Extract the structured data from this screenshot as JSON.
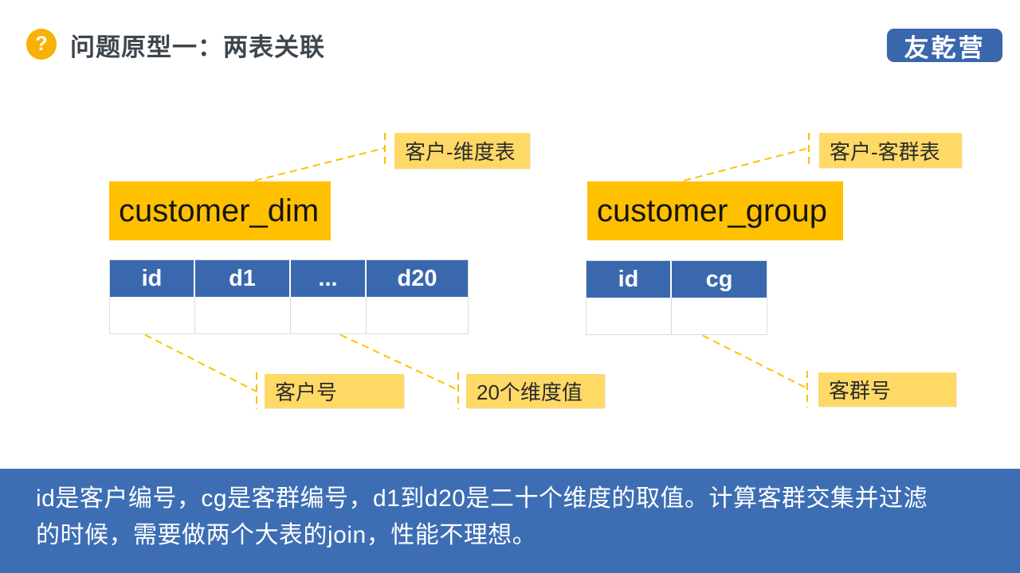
{
  "header": {
    "title": "问题原型一：两表关联",
    "icon_glyph": "?",
    "logo": "友乾营"
  },
  "diagram": {
    "left": {
      "table_name": "customer_dim",
      "callout_top": "客户-维度表",
      "columns": [
        "id",
        "d1",
        "...",
        "d20"
      ],
      "empty_rows": 1,
      "callout_id": "客户号",
      "callout_dims": "20个维度值"
    },
    "right": {
      "table_name": "customer_group",
      "callout_top": "客户-客群表",
      "columns": [
        "id",
        "cg"
      ],
      "empty_rows": 1,
      "callout_cg": "客群号"
    }
  },
  "footer": {
    "lines": [
      "id是客户编号，cg是客群编号，d1到d20是二十个维度的取值。计算客群交集并过滤",
      "的时候，需要做两个大表的join，性能不理想。"
    ]
  },
  "colors": {
    "accent_gold": "#FFC000",
    "light_gold": "#FFD966",
    "table_header_blue": "#3A68AE",
    "footer_blue": "#3D6EB4",
    "logo_blue": "#3A66AC",
    "icon_amber": "#F8B104",
    "title_text": "#3D454D"
  }
}
